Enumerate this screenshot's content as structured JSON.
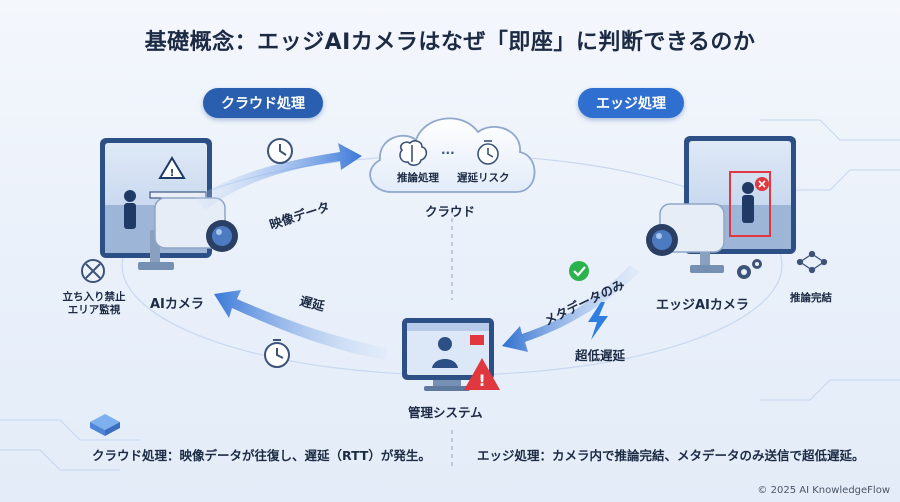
{
  "title": "基礎概念：エッジAIカメラはなぜ「即座」に判断できるのか",
  "sections": {
    "cloud_processing": "クラウド処理",
    "edge_processing": "エッジ処理"
  },
  "left_camera": {
    "label": "AIカメラ",
    "zone_label_line1": "立ち入り禁止",
    "zone_label_line2": "エリア監視"
  },
  "cloud": {
    "label": "クラウド",
    "inference_label": "推論処理",
    "latency_risk_label": "遅延リスク"
  },
  "arrows": {
    "video_data": "映像データ",
    "latency": "遅延",
    "metadata_only": "メタデータのみ",
    "ultra_low_latency": "超低遅延"
  },
  "management": {
    "label": "管理システム"
  },
  "edge_camera": {
    "label": "エッジAIカメラ",
    "inference_complete": "推論完結"
  },
  "captions": {
    "cloud": "クラウド処理：映像データが往復し、遅延（RTT）が発生。",
    "edge": "エッジ処理：カメラ内で推論完結、メタデータのみ送信で超低遅延。"
  },
  "copyright": "© 2025 AI KnowledgeFlow",
  "colors": {
    "accent_blue": "#2a5fb0",
    "warning_red": "#e0383e",
    "ok_green": "#2bb24c",
    "bolt_blue": "#2f7fe0"
  }
}
